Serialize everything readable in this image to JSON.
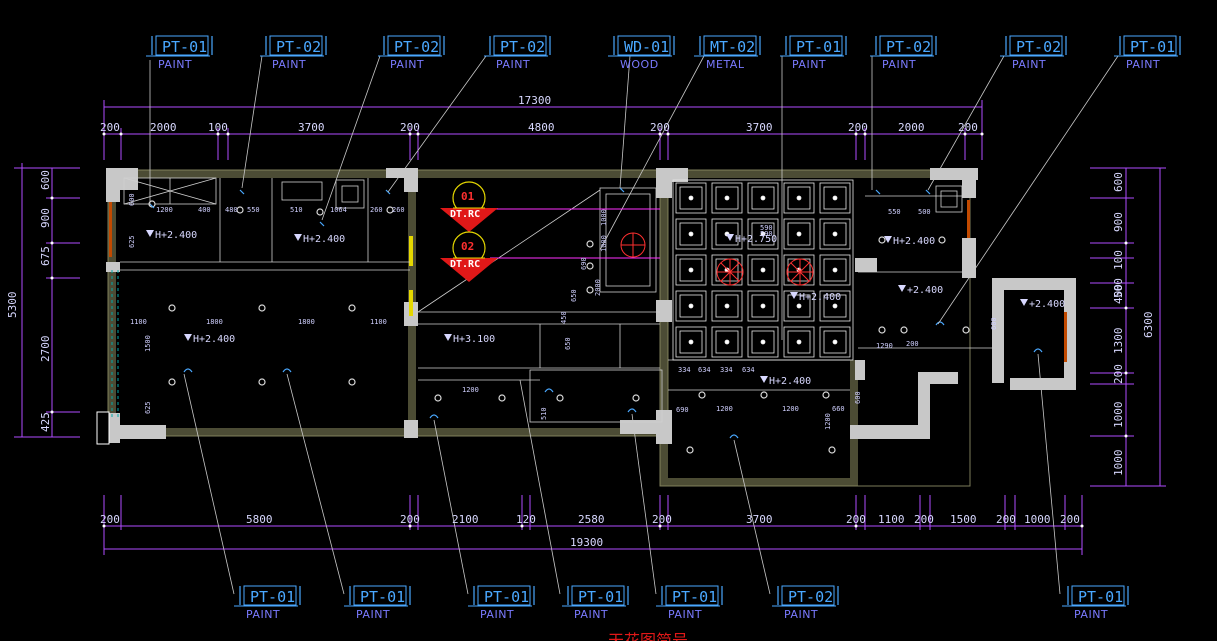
{
  "colors": {
    "background": "#000000",
    "dimension": "#b04cff",
    "wall": "#c8c8c8",
    "tag": "#4aa8ff",
    "section": "#ff2020",
    "yellow": "#e6d800"
  },
  "tags_top": [
    {
      "code": "PT-01",
      "material": "PAINT"
    },
    {
      "code": "PT-02",
      "material": "PAINT"
    },
    {
      "code": "PT-02",
      "material": "PAINT"
    },
    {
      "code": "PT-02",
      "material": "PAINT"
    },
    {
      "code": "WD-01",
      "material": "WOOD"
    },
    {
      "code": "MT-02",
      "material": "METAL"
    },
    {
      "code": "PT-01",
      "material": "PAINT"
    },
    {
      "code": "PT-02",
      "material": "PAINT"
    },
    {
      "code": "PT-02",
      "material": "PAINT"
    },
    {
      "code": "PT-01",
      "material": "PAINT"
    }
  ],
  "tags_bottom": [
    {
      "code": "PT-01",
      "material": "PAINT"
    },
    {
      "code": "PT-01",
      "material": "PAINT"
    },
    {
      "code": "PT-01",
      "material": "PAINT"
    },
    {
      "code": "PT-01",
      "material": "PAINT"
    },
    {
      "code": "PT-01",
      "material": "PAINT"
    },
    {
      "code": "PT-02",
      "material": "PAINT"
    },
    {
      "code": "PT-01",
      "material": "PAINT"
    }
  ],
  "dims": {
    "top_total": "17300",
    "top_segments": [
      "200",
      "2000",
      "100",
      "3700",
      "200",
      "4800",
      "200",
      "3700",
      "200",
      "2000",
      "200"
    ],
    "bottom_segments": [
      "200",
      "5800",
      "200",
      "2100",
      "120",
      "2580",
      "200",
      "3700",
      "200",
      "1100",
      "200",
      "1500",
      "200",
      "1000",
      "200"
    ],
    "bottom_total": "19300",
    "left_total": "5300",
    "left_segments": [
      "600",
      "900",
      "675",
      "2700",
      "425"
    ],
    "right_total": "6300",
    "right_segments": [
      "600",
      "900",
      "100",
      "500",
      "400",
      "1300",
      "200",
      "1000",
      "1000"
    ]
  },
  "small_dims": [
    "1200",
    "400",
    "480",
    "550",
    "510",
    "1064",
    "260",
    "260",
    "600",
    "625",
    "1100",
    "1800",
    "1800",
    "1100",
    "1500",
    "625",
    "1000",
    "1000",
    "2000",
    "590",
    "590",
    "690",
    "650",
    "1200",
    "450",
    "510",
    "650",
    "690",
    "1200",
    "1200",
    "660",
    "1200",
    "550",
    "500",
    "1290",
    "200",
    "600",
    "334",
    "634",
    "334",
    "634",
    "600"
  ],
  "levels": [
    "H+2.400",
    "H+2.400",
    "H+2.400",
    "H+3.100",
    "H+2.750",
    "H+2.400",
    "H+2.400",
    "H+2.400",
    "+2.400",
    "+2.400",
    "H+2.400"
  ],
  "sections": [
    {
      "num": "01",
      "ref": "DT.RC"
    },
    {
      "num": "02",
      "ref": "DT.RC"
    }
  ],
  "drawing_title": "天花图简号"
}
